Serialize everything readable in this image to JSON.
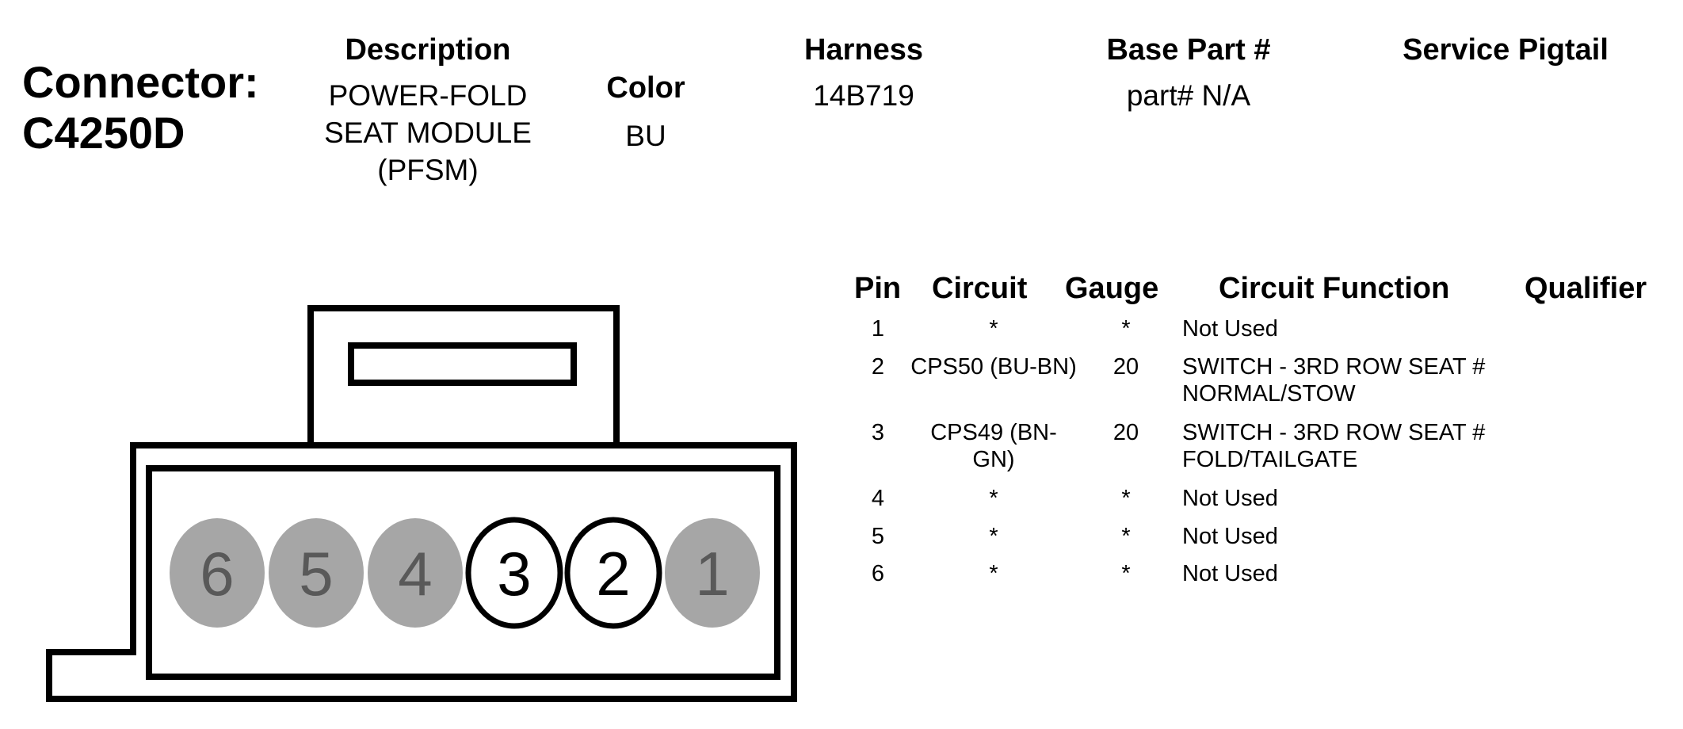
{
  "connector": {
    "label": "Connector:",
    "id": "C4250D"
  },
  "header": {
    "description": {
      "label": "Description",
      "value": "POWER-FOLD SEAT MODULE (PFSM)"
    },
    "color": {
      "label": "Color",
      "value": "BU"
    },
    "harness": {
      "label": "Harness",
      "value": "14B719"
    },
    "base_part": {
      "label": "Base Part #",
      "value": "part# N/A"
    },
    "service_pigtail": {
      "label": "Service Pigtail",
      "value": ""
    }
  },
  "diagram": {
    "pins": [
      {
        "number": "6",
        "used": false
      },
      {
        "number": "5",
        "used": false
      },
      {
        "number": "4",
        "used": false
      },
      {
        "number": "3",
        "used": true
      },
      {
        "number": "2",
        "used": true
      },
      {
        "number": "1",
        "used": false
      }
    ],
    "colors": {
      "unused_fill": "#a6a6a6",
      "unused_text": "#595959",
      "used_fill": "#ffffff",
      "used_text": "#000000",
      "outline": "#000000"
    }
  },
  "table": {
    "headers": {
      "pin": "Pin",
      "circuit": "Circuit",
      "gauge": "Gauge",
      "function": "Circuit Function",
      "qualifier": "Qualifier"
    },
    "rows": [
      {
        "pin": "1",
        "circuit": "*",
        "gauge": "*",
        "function": "Not Used",
        "qualifier": ""
      },
      {
        "pin": "2",
        "circuit": "CPS50 (BU-BN)",
        "gauge": "20",
        "function": "SWITCH - 3RD ROW SEAT # NORMAL/STOW",
        "qualifier": ""
      },
      {
        "pin": "3",
        "circuit": "CPS49 (BN-GN)",
        "gauge": "20",
        "function": "SWITCH - 3RD ROW SEAT # FOLD/TAILGATE",
        "qualifier": ""
      },
      {
        "pin": "4",
        "circuit": "*",
        "gauge": "*",
        "function": "Not Used",
        "qualifier": ""
      },
      {
        "pin": "5",
        "circuit": "*",
        "gauge": "*",
        "function": "Not Used",
        "qualifier": ""
      },
      {
        "pin": "6",
        "circuit": "*",
        "gauge": "*",
        "function": "Not Used",
        "qualifier": ""
      }
    ]
  }
}
